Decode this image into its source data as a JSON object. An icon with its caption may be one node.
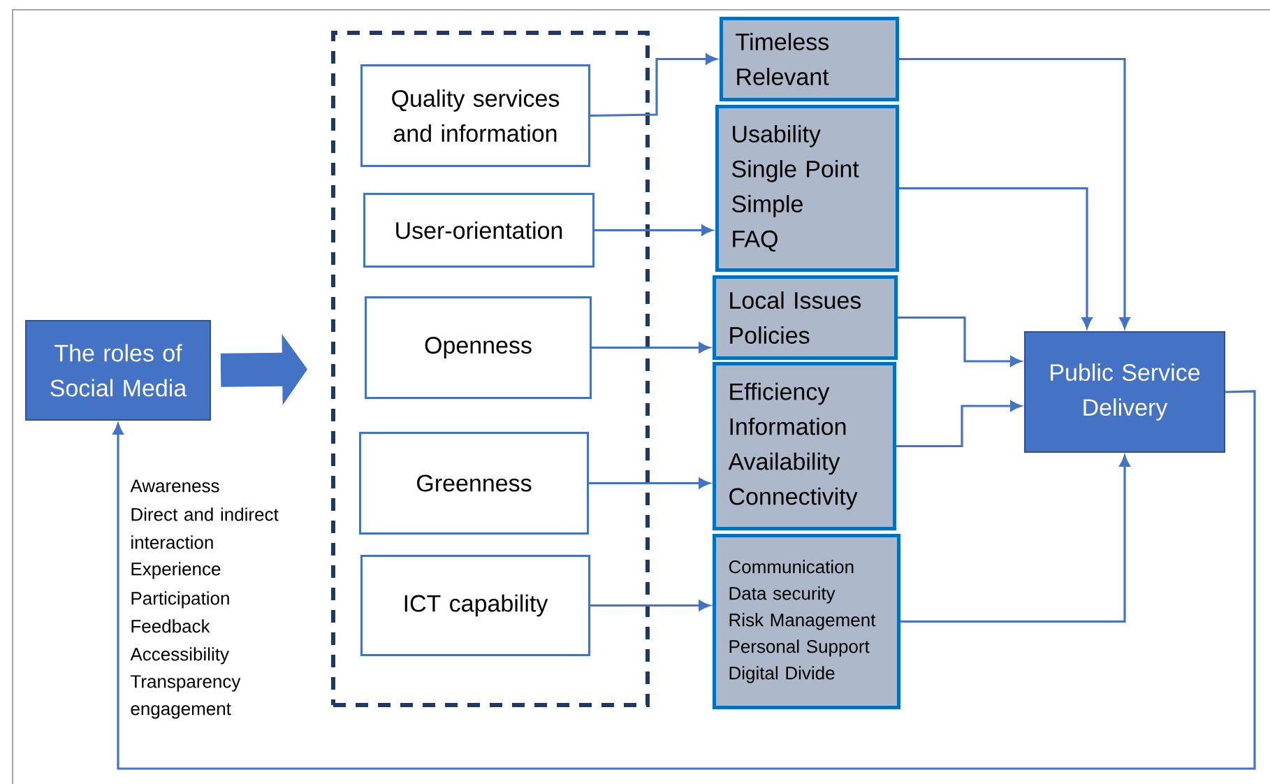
{
  "diagram": {
    "nodes": [
      {
        "text": [
          "The roles of Social Media"
        ]
      },
      {
        "text": [],
        "shape": "box"
      },
      {
        "text": [
          "Quality services and information"
        ],
        "in": 1
      },
      {
        "text": [
          "User-orientation"
        ],
        "in": 1
      },
      {
        "text": [
          "Openness"
        ],
        "in": 1
      },
      {
        "text": [
          "Greenness"
        ],
        "in": 1
      },
      {
        "text": [
          "ICT capability"
        ],
        "in": 1
      },
      {
        "text": [
          "Timeless",
          "Relevant"
        ]
      },
      {
        "text": [
          "Usability",
          "Single Point",
          "Simple",
          "FAQ"
        ]
      },
      {
        "text": [
          "Local Issues",
          "Policies"
        ]
      },
      {
        "text": [
          "Efficiency",
          "Information",
          "Availability",
          "Connectivity"
        ]
      },
      {
        "text": [
          "Communication",
          "Data security",
          "Risk Management",
          "Personal Support",
          "Digital Divide"
        ]
      },
      {
        "text": [
          "Public Service Delivery"
        ]
      }
    ],
    "edges": [
      {
        "from": 0,
        "to": 1,
        "arrow": "to",
        "style": "thick"
      },
      {
        "from": 2,
        "to": 7,
        "arrow": "to"
      },
      {
        "from": 3,
        "to": 8,
        "arrow": "to"
      },
      {
        "from": 4,
        "to": 9,
        "arrow": "to"
      },
      {
        "from": 5,
        "to": 10,
        "arrow": "to"
      },
      {
        "from": 6,
        "to": 11,
        "arrow": "to"
      },
      {
        "from": 7,
        "to": 12,
        "arrow": "to"
      },
      {
        "from": 8,
        "to": 12,
        "arrow": "to"
      },
      {
        "from": 9,
        "to": 12,
        "arrow": "to"
      },
      {
        "from": 10,
        "to": 12,
        "arrow": "to"
      },
      {
        "from": 11,
        "to": 12,
        "arrow": "to"
      },
      {
        "from": 12,
        "to": 0,
        "arrow": "to"
      }
    ],
    "labels": [
      "Awareness",
      "Direct and indirect interaction",
      "Experience",
      "Participation",
      "Feedback",
      "Accessibility",
      "Transparency",
      "engagement"
    ]
  }
}
